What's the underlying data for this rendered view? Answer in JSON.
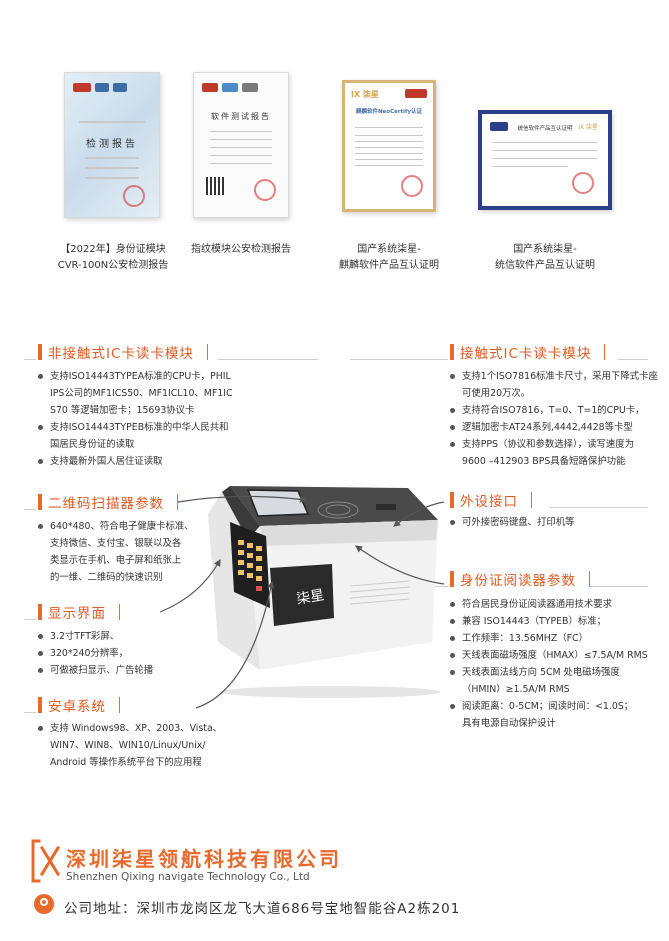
{
  "certificates": [
    {
      "label_line1": "【2022年】身份证模块",
      "label_line2": "CVR-100N公安检测报告",
      "doc_title": "检测报告"
    },
    {
      "label_line1": "指纹模块公安检测报告",
      "label_line2": "",
      "doc_title": "软件测试报告"
    },
    {
      "label_line1": "国产系统柒星-",
      "label_line2": "麒麟软件产品互认证明",
      "doc_title": "麒麟软件NeoCertify认证"
    },
    {
      "label_line1": "国产系统柒星-",
      "label_line2": "统信软件产品互认证明",
      "doc_title": "统信软件产品互认证明"
    }
  ],
  "sections": {
    "contactless": {
      "title": "非接触式IC卡读卡模块",
      "items": [
        {
          "text": "支持ISO14443TYPEA标准的CPU卡，PHIL",
          "cont": false
        },
        {
          "text": "IPS公司的MF1ICS50、MF1ICL10、MF1IC",
          "cont": true
        },
        {
          "text": "S70 等逻辑加密卡；15693协议卡",
          "cont": true
        },
        {
          "text": "支持ISO14443TYPEB标准的中华人民共和",
          "cont": false
        },
        {
          "text": "国居民身份证的读取",
          "cont": true
        },
        {
          "text": "支持最新外国人居住证读取",
          "cont": false
        }
      ]
    },
    "contact": {
      "title": "接触式IC卡读卡模块",
      "items": [
        {
          "text": "支持1个ISO7816标准卡尺寸，采用下降式卡座",
          "cont": false
        },
        {
          "text": "可使用20万次。",
          "cont": true
        },
        {
          "text": "支持符合ISO7816，T=0、T=1的CPU卡，",
          "cont": false
        },
        {
          "text": "逻辑加密卡AT24系列,4442,4428等卡型",
          "cont": false
        },
        {
          "text": "支持PPS（协议和参数选择），读写速度为",
          "cont": false
        },
        {
          "text": "9600 –412903 BPS具备短路保护功能",
          "cont": true
        }
      ]
    },
    "qrcode": {
      "title": "二维码扫描器参数",
      "items": [
        {
          "text": "640*480、符合电子健康卡标准、",
          "cont": false
        },
        {
          "text": "支持微信、支付宝、银联以及各",
          "cont": true
        },
        {
          "text": "类显示在手机、电子屏和纸张上",
          "cont": true
        },
        {
          "text": "的一维、二维码的快速识别",
          "cont": true
        }
      ]
    },
    "peripheral": {
      "title": "外设接口",
      "items": [
        {
          "text": "可外接密码键盘、打印机等",
          "cont": false
        }
      ]
    },
    "display": {
      "title": "显示界面",
      "items": [
        {
          "text": "3.2寸TFT彩屏、",
          "cont": false
        },
        {
          "text": "320*240分辨率，",
          "cont": false
        },
        {
          "text": "可做被扫显示、广告轮播",
          "cont": false
        }
      ]
    },
    "idreader": {
      "title": "身份证阅读器参数",
      "items": [
        {
          "text": "符合居民身份证阅读器通用技术要求",
          "cont": false
        },
        {
          "text": "兼容 ISO14443（TYPEB）标准；",
          "cont": false
        },
        {
          "text": "工作频率：13.56MHZ（FC）",
          "cont": false
        },
        {
          "text": "天线表面磁场强度（HMAX）≤7.5A/M RMS",
          "cont": false
        },
        {
          "text": "天线表面法线方向 5CM 处电磁场强度",
          "cont": false
        },
        {
          "text": "（HMIN）≥1.5A/M RMS",
          "cont": true
        },
        {
          "text": "阅读距离：0-5CM；阅读时间：<1.0S；",
          "cont": false
        },
        {
          "text": "具有电源自动保护设计",
          "cont": true
        }
      ]
    },
    "android": {
      "title": "安卓系统",
      "items": [
        {
          "text": "支持 Windows98、XP、2003、Vista、",
          "cont": false
        },
        {
          "text": "WIN7、WIN8、WIN10/Linux/Unix/",
          "cont": true
        },
        {
          "text": "Android 等操作系统平台下的应用程",
          "cont": true
        }
      ]
    }
  },
  "device": {
    "brand": "柒星"
  },
  "footer": {
    "company_cn": "深圳柒星领航科技有限公司",
    "company_en": "Shenzhen Qixing navigate Technology Co., Ltd",
    "address": "公司地址：深圳市龙岗区龙飞大道686号宝地智能谷A2栋201"
  },
  "colors": {
    "accent": "#e8692c",
    "text": "#333333"
  }
}
